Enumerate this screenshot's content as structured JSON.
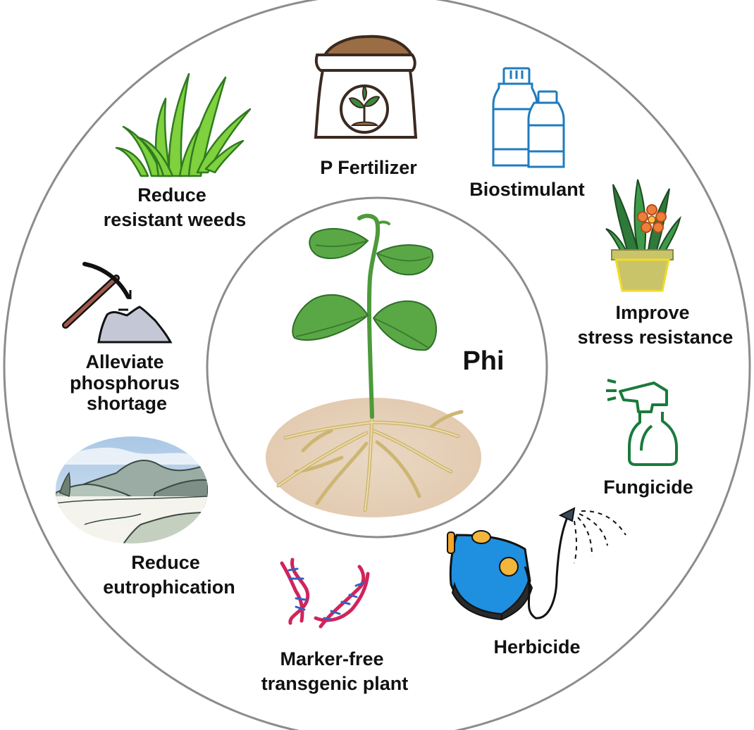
{
  "center": {
    "label": "Phi"
  },
  "items": {
    "fertilizer": {
      "lines": [
        "P Fertilizer"
      ]
    },
    "biostimulant": {
      "lines": [
        "Biostimulant"
      ]
    },
    "stress": {
      "lines": [
        "Improve",
        "stress resistance"
      ]
    },
    "fungicide": {
      "lines": [
        "Fungicide"
      ]
    },
    "herbicide": {
      "lines": [
        "Herbicide"
      ]
    },
    "transgenic": {
      "lines": [
        "Marker-free",
        "transgenic plant"
      ]
    },
    "eutrophication": {
      "lines": [
        "Reduce",
        "eutrophication"
      ]
    },
    "phosphorus": {
      "lines": [
        "Alleviate",
        "phosphorus",
        "shortage"
      ]
    },
    "weeds": {
      "lines": [
        "Reduce",
        "resistant weeds"
      ]
    }
  },
  "colors": {
    "ring": "#8c8c8c",
    "leaf": "#5aa845",
    "leaf_dark": "#2f6e2a",
    "soil": "#e7d2bc",
    "root": "#d7c07e",
    "grass": "#7fd13d",
    "grass_dark": "#2f7a21",
    "bottle": "#1f7bbf",
    "sprayer": "#1f8fe0",
    "dna_red": "#d0245a",
    "dna_blue": "#2f63c6",
    "fungicide_green": "#1a7a3c",
    "pot": "#c9c46a"
  }
}
